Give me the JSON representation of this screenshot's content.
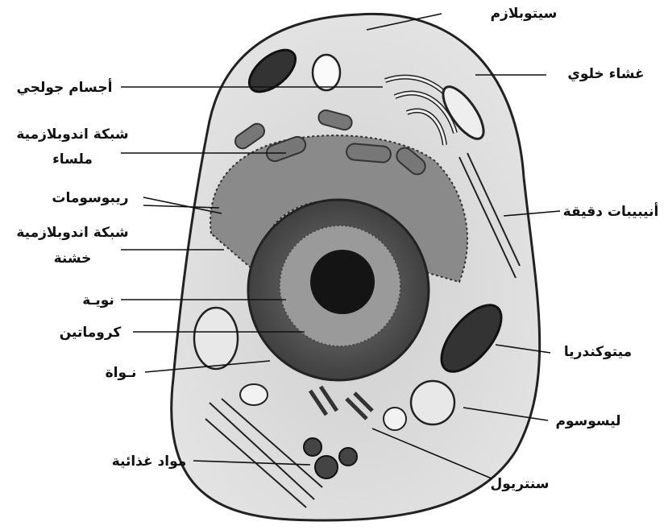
{
  "labels": {
    "cytoplasm": "سيتوبلازم",
    "cell_membrane": "غشاء خلوي",
    "golgi": "أجسام جولجي",
    "smooth_er_1": "شبكة اندوبلازمية",
    "smooth_er_2": "ملساء",
    "ribosomes": "ريبوسومات",
    "rough_er_1": "شبكة اندوبلازمية",
    "rough_er_2": "خشنة",
    "nucleolus": "نويـة",
    "chromatin": "كروماتين",
    "nucleus": "نـواة",
    "microtubules": "أنيبيبات دقيقة",
    "mitochondria": "ميتوكندريا",
    "lysosome": "ليسوسوم",
    "centriole": "سنتريول",
    "food_vacuoles": "مواد غذائية"
  }
}
